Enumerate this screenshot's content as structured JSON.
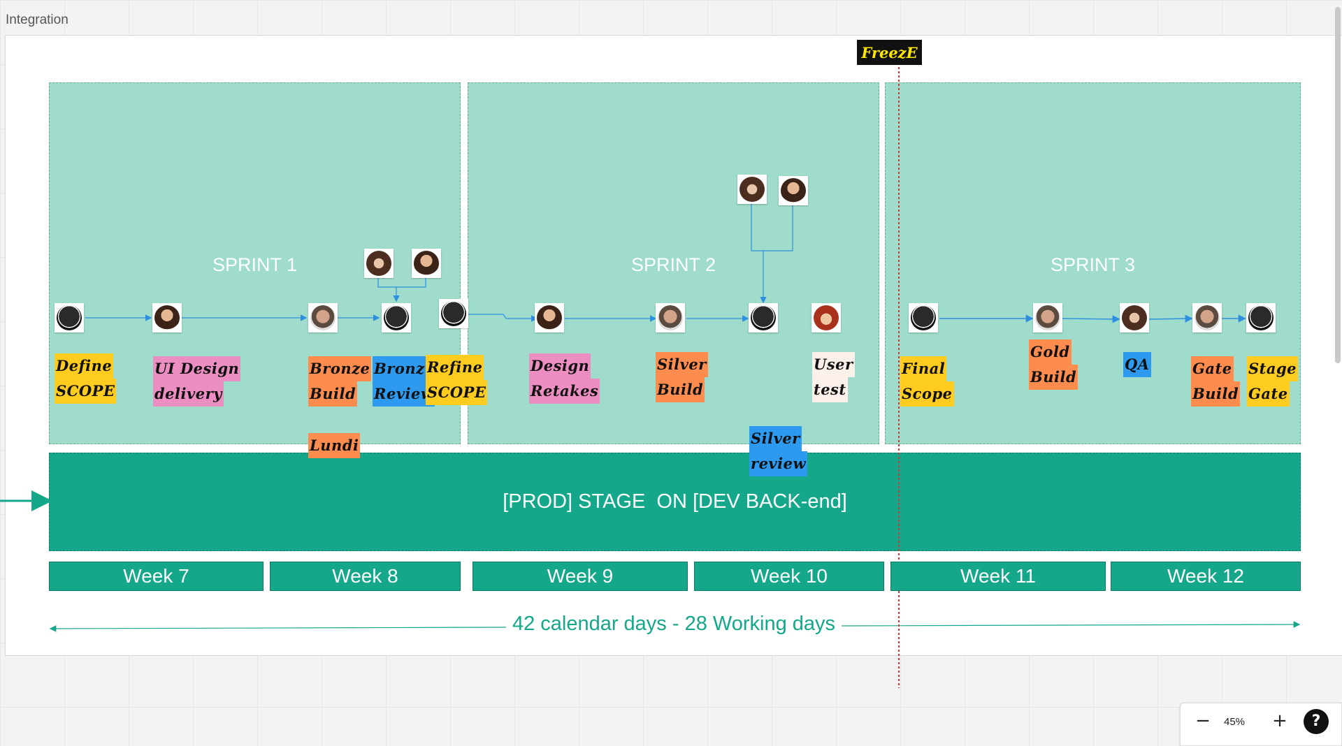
{
  "frame": {
    "title": "Integration"
  },
  "freeze_label": "FreezE",
  "sprints": [
    "SPRINT 1",
    "SPRINT 2",
    "SPRINT 3"
  ],
  "prod_label": "[PROD] STAGE  ON [DEV BACK-end]",
  "weeks": [
    "Week 7",
    "Week 8",
    "Week 9",
    "Week 10",
    "Week 11",
    "Week 12"
  ],
  "span_label": "42 calendar days - 28 Working days",
  "stickies": {
    "define_scope": [
      "Define",
      "SCOPE"
    ],
    "ui_design": [
      "UI Design",
      "delivery"
    ],
    "bronze_build": [
      "Bronze",
      "Build"
    ],
    "bronze_review": [
      "Bronz",
      "Review"
    ],
    "refine_scope": [
      "Refine",
      "SCOPE"
    ],
    "lundi": [
      "Lundi"
    ],
    "design_retakes": [
      "Design",
      "Retakes"
    ],
    "silver_build": [
      "Silver",
      "Build"
    ],
    "silver_review": [
      "Silver",
      "review"
    ],
    "user_test": [
      "User",
      "test"
    ],
    "final_scope": [
      "Final",
      "Scope"
    ],
    "gold_build": [
      "Gold",
      "Build"
    ],
    "qa": [
      "QA"
    ],
    "gate_build": [
      "Gate",
      "Build"
    ],
    "stage_gate": [
      "Stage",
      "Gate"
    ]
  },
  "zoom": {
    "value": "45%",
    "minus": "−",
    "plus": "+",
    "help": "?"
  },
  "colors": {
    "sprint_bg": "#9fdccc",
    "prod_bg": "#14a789",
    "sticky_yellow": "#ffcc1f",
    "sticky_pink": "#ec8ec2",
    "sticky_orange": "#ff8c4f",
    "sticky_blue": "#2d9af0",
    "freeze_line": "#e03030"
  }
}
